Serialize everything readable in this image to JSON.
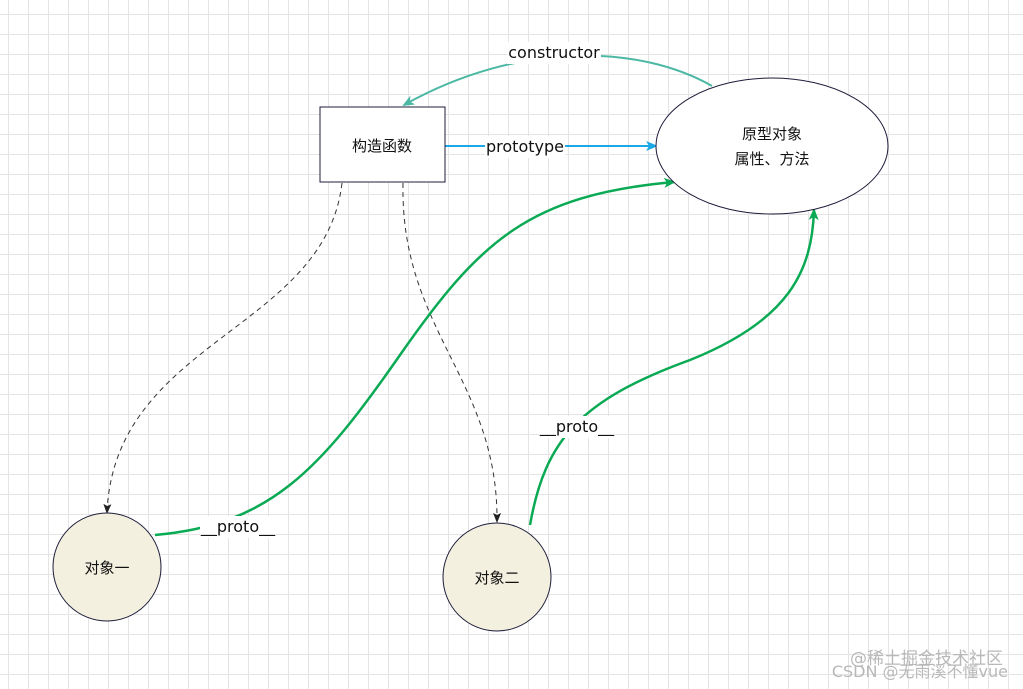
{
  "nodes": {
    "constructor_fn": "构造函数",
    "prototype_obj": {
      "line1": "原型对象",
      "line2": "属性、方法"
    },
    "object_one": "对象一",
    "object_two": "对象二"
  },
  "edges": {
    "constructor_label": "constructor",
    "prototype_label": "prototype",
    "proto_label_one": "__proto__",
    "proto_label_two": "__proto__"
  },
  "watermark": {
    "line1": "@稀土掘金技术社区",
    "line2": "CSDN @无雨溪不懂vue"
  },
  "colors": {
    "constructor_edge": "#4bb8a4",
    "prototype_edge": "#1aa8e6",
    "proto_edge": "#0aaa55",
    "instance_edge": "#333333",
    "object_fill": "#f4f0df",
    "node_stroke": "#1c1c3a"
  }
}
